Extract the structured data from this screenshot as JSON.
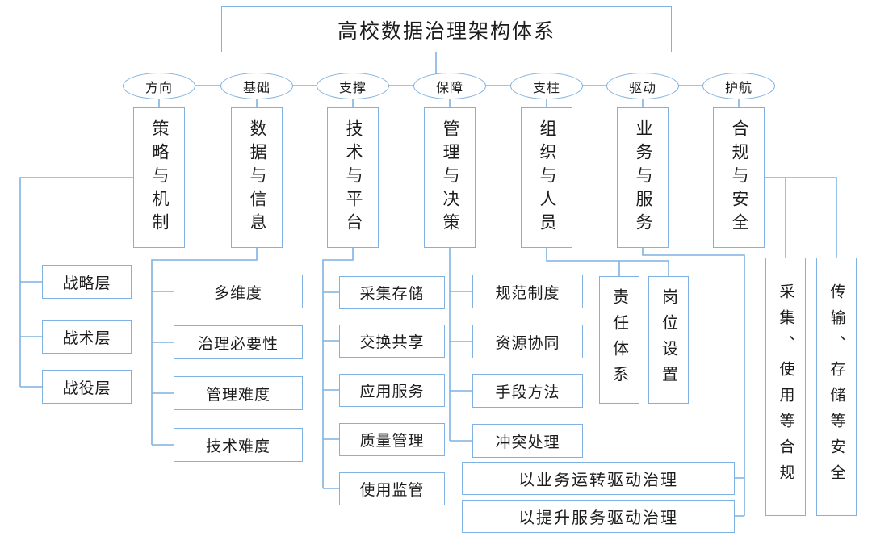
{
  "diagram": {
    "title": "高校数据治理架构体系",
    "accent_color": "#7fb2e2",
    "text_color": "#1c1c1c",
    "background_color": "#ffffff",
    "branches": [
      {
        "tag": "方向",
        "pillar": "策略与机制",
        "children": [
          "战略层",
          "战术层",
          "战役层"
        ]
      },
      {
        "tag": "基础",
        "pillar": "数据与信息",
        "children": [
          "多维度",
          "治理必要性",
          "管理难度",
          "技术难度"
        ]
      },
      {
        "tag": "支撑",
        "pillar": "技术与平台",
        "children": [
          "采集存储",
          "交换共享",
          "应用服务",
          "质量管理",
          "使用监管"
        ]
      },
      {
        "tag": "保障",
        "pillar": "管理与决策",
        "children": [
          "规范制度",
          "资源协同",
          "手段方法",
          "冲突处理"
        ]
      },
      {
        "tag": "支柱",
        "pillar": "组织与人员",
        "children": [
          "责任体系",
          "岗位设置"
        ]
      },
      {
        "tag": "驱动",
        "pillar": "业务与服务",
        "children": [
          "以业务运转驱动治理",
          "以提升服务驱动治理"
        ]
      },
      {
        "tag": "护航",
        "pillar": "合规与安全",
        "children": [
          "采集、使用等合规",
          "传输、存储等安全"
        ]
      }
    ]
  }
}
